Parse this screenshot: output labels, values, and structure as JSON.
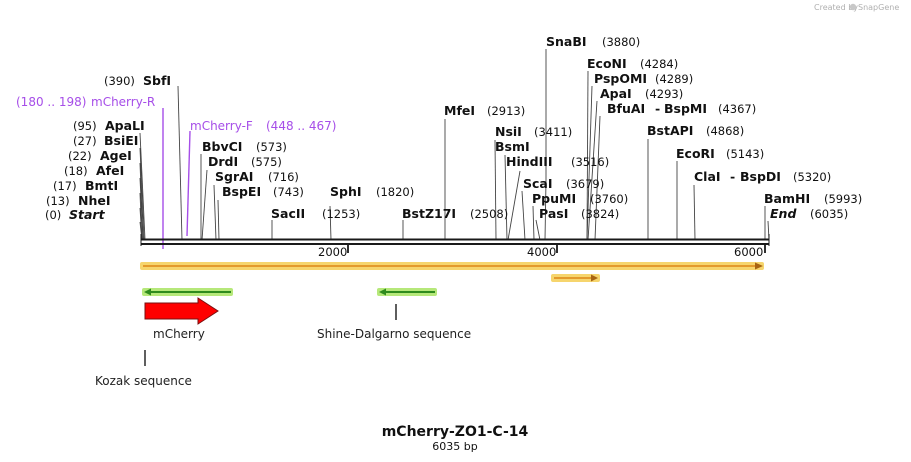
{
  "credit": {
    "text": "Created by",
    "brand": "SnapGene"
  },
  "plasmid": {
    "name": "mCherry-ZO1-C-14",
    "size_label": "6035 bp"
  },
  "ruler": {
    "ticks": [
      "2000",
      "4000",
      "6000"
    ]
  },
  "primers": [
    {
      "range": "(180 .. 198)",
      "name": "mCherry-R"
    },
    {
      "range": "(448 .. 467)",
      "name": "mCherry-F"
    }
  ],
  "sites_left": [
    {
      "pos": "(390)",
      "name": "SbfI"
    },
    {
      "pos": "(95)",
      "name": "ApaLI"
    },
    {
      "pos": "(27)",
      "name": "BsiEI"
    },
    {
      "pos": "(22)",
      "name": "AgeI"
    },
    {
      "pos": "(18)",
      "name": "AfeI"
    },
    {
      "pos": "(17)",
      "name": "BmtI"
    },
    {
      "pos": "(13)",
      "name": "NheI"
    },
    {
      "pos": "(0)",
      "name": "Start"
    }
  ],
  "sites_right": [
    {
      "name": "BbvCI",
      "pos": "(573)"
    },
    {
      "name": "DrdI",
      "pos": "(575)"
    },
    {
      "name": "SgrAI",
      "pos": "(716)"
    },
    {
      "name": "BspEI",
      "pos": "(743)"
    },
    {
      "name": "SacII",
      "pos": "(1253)"
    },
    {
      "name": "SphI",
      "pos": "(1820)"
    },
    {
      "name": "BstZ17I",
      "pos": "(2508)"
    },
    {
      "name": "MfeI",
      "pos": "(2913)"
    },
    {
      "name": "NsiI",
      "pos": "(3411)"
    },
    {
      "name": "BsmI",
      "pos": ""
    },
    {
      "name": "HindIII",
      "pos": "(3516)"
    },
    {
      "name": "ScaI",
      "pos": "(3679)"
    },
    {
      "name": "PpuMI",
      "pos": "(3760)"
    },
    {
      "name": "PasI",
      "pos": "(3824)"
    },
    {
      "name": "SnaBI",
      "pos": "(3880)"
    },
    {
      "name": "EcoNI",
      "pos": "(4284)"
    },
    {
      "name": "PspOMI",
      "pos": "(4289)"
    },
    {
      "name": "ApaI",
      "pos": "(4293)"
    },
    {
      "name": "BfuAI",
      "pos": ""
    },
    {
      "name": "BspMI",
      "pos": "(4367)"
    },
    {
      "name": "BstAPI",
      "pos": "(4868)"
    },
    {
      "name": "EcoRI",
      "pos": "(5143)"
    },
    {
      "name": "ClaI",
      "pos": ""
    },
    {
      "name": "BspDI",
      "pos": "(5320)"
    },
    {
      "name": "BamHI",
      "pos": "(5993)"
    },
    {
      "name": "End",
      "pos": "(6035)"
    }
  ],
  "features": [
    {
      "name": "mCherry"
    },
    {
      "name": "Shine-Dalgarno sequence"
    },
    {
      "name": "Kozak sequence"
    }
  ],
  "colors": {
    "backbone": "#1a1a1a",
    "primer": "#a64ee8",
    "orf_fill": "#e39a2c",
    "orf_halo": "#f6d56d",
    "orf_rev_fill": "#2e8b1d",
    "orf_rev_halo": "#b6e87a",
    "mcherry": "#ff0000"
  }
}
